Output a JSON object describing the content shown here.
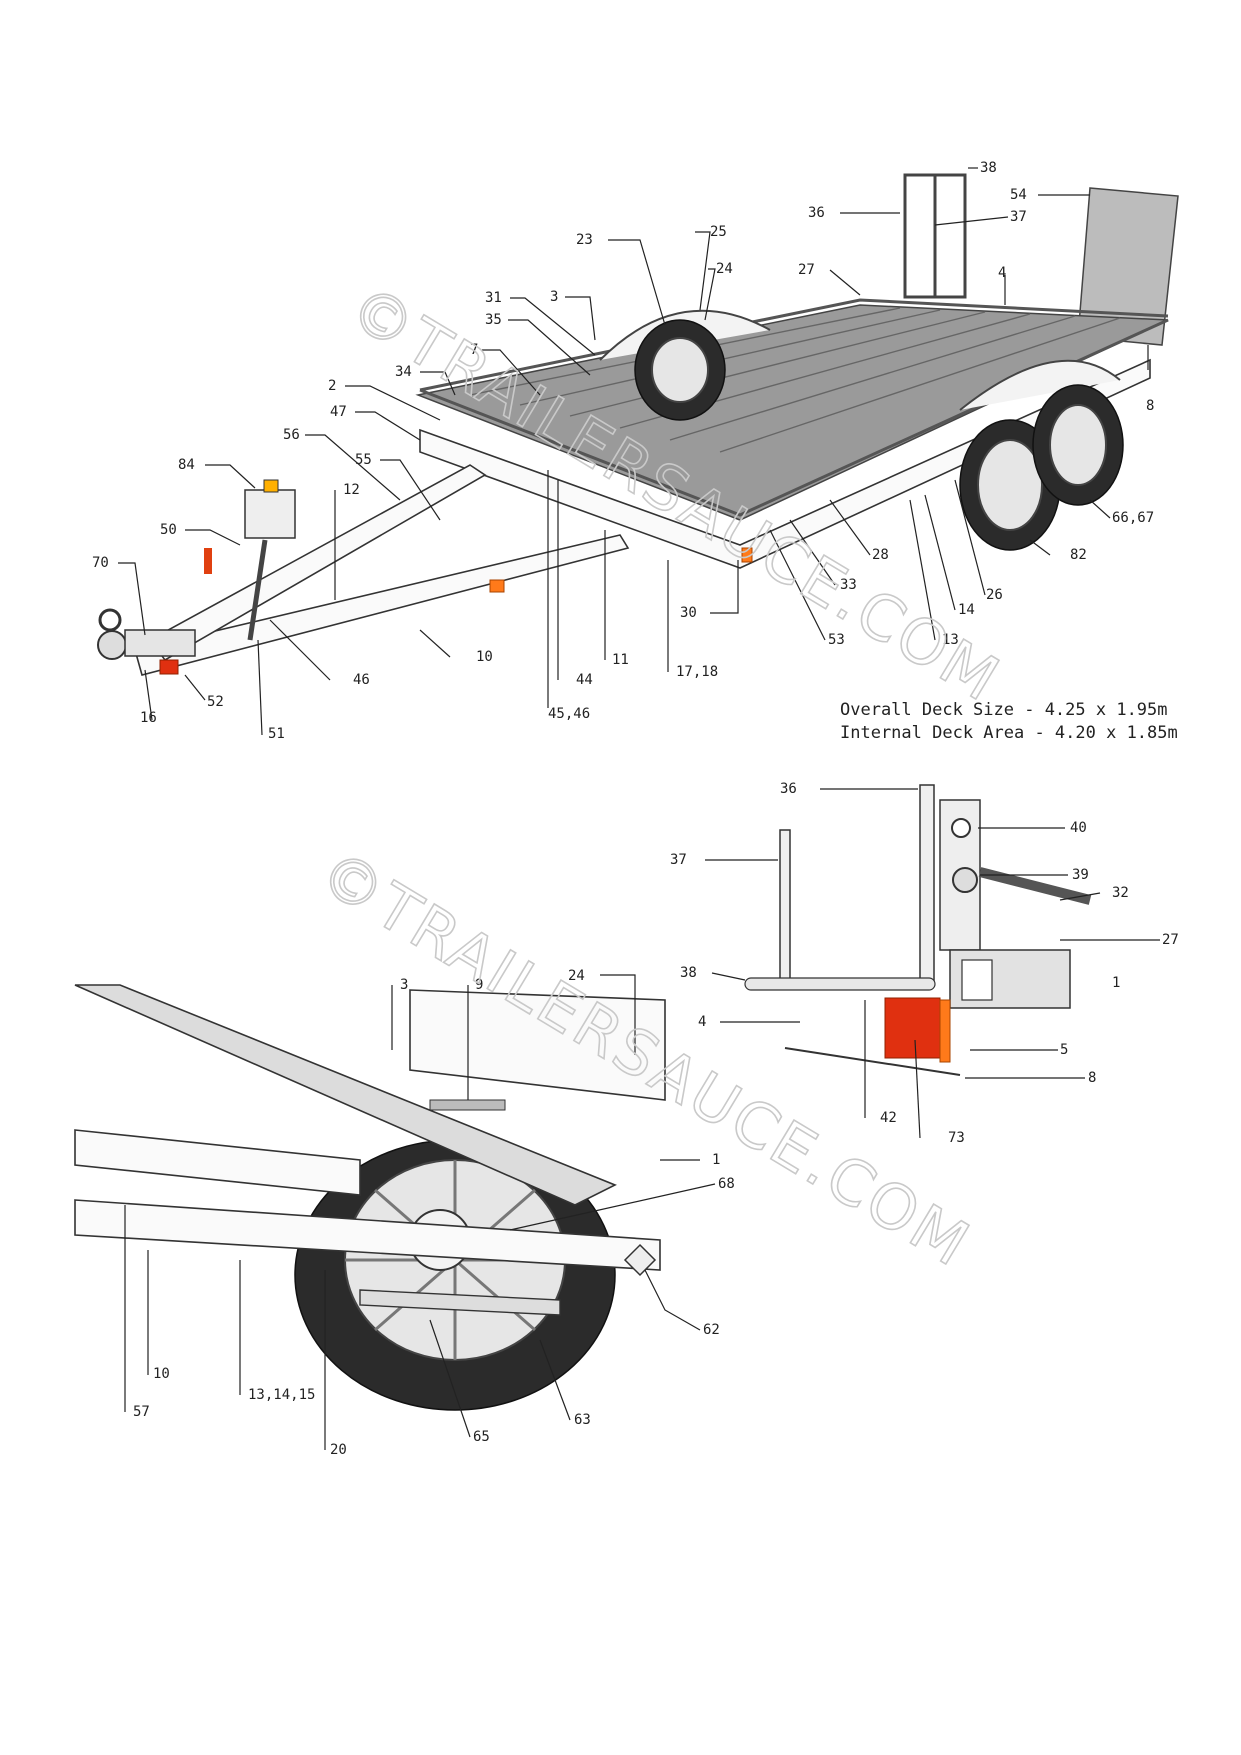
{
  "watermark": "©TRAILERSAUCE.COM",
  "deck_size": {
    "overall": "Overall Deck Size - 4.25 x 1.95m",
    "internal": "Internal Deck Area - 4.20 x 1.85m"
  },
  "main_view_callouts": [
    "38",
    "54",
    "36",
    "37",
    "23",
    "25",
    "24",
    "27",
    "4",
    "31",
    "3",
    "35",
    "7",
    "34",
    "2",
    "47",
    "56",
    "55",
    "84",
    "12",
    "50",
    "70",
    "46",
    "10",
    "16",
    "52",
    "51",
    "44",
    "45,46",
    "11",
    "17,18",
    "30",
    "53",
    "33",
    "28",
    "13",
    "14",
    "26",
    "82",
    "66,67",
    "8"
  ],
  "ramp_view_callouts": [
    "36",
    "40",
    "37",
    "39",
    "32",
    "27",
    "38",
    "1",
    "4",
    "5",
    "8",
    "42",
    "73"
  ],
  "axle_view_callouts": [
    "3",
    "9",
    "24",
    "1",
    "68",
    "62",
    "10",
    "57",
    "13,14,15",
    "20",
    "65",
    "63"
  ]
}
